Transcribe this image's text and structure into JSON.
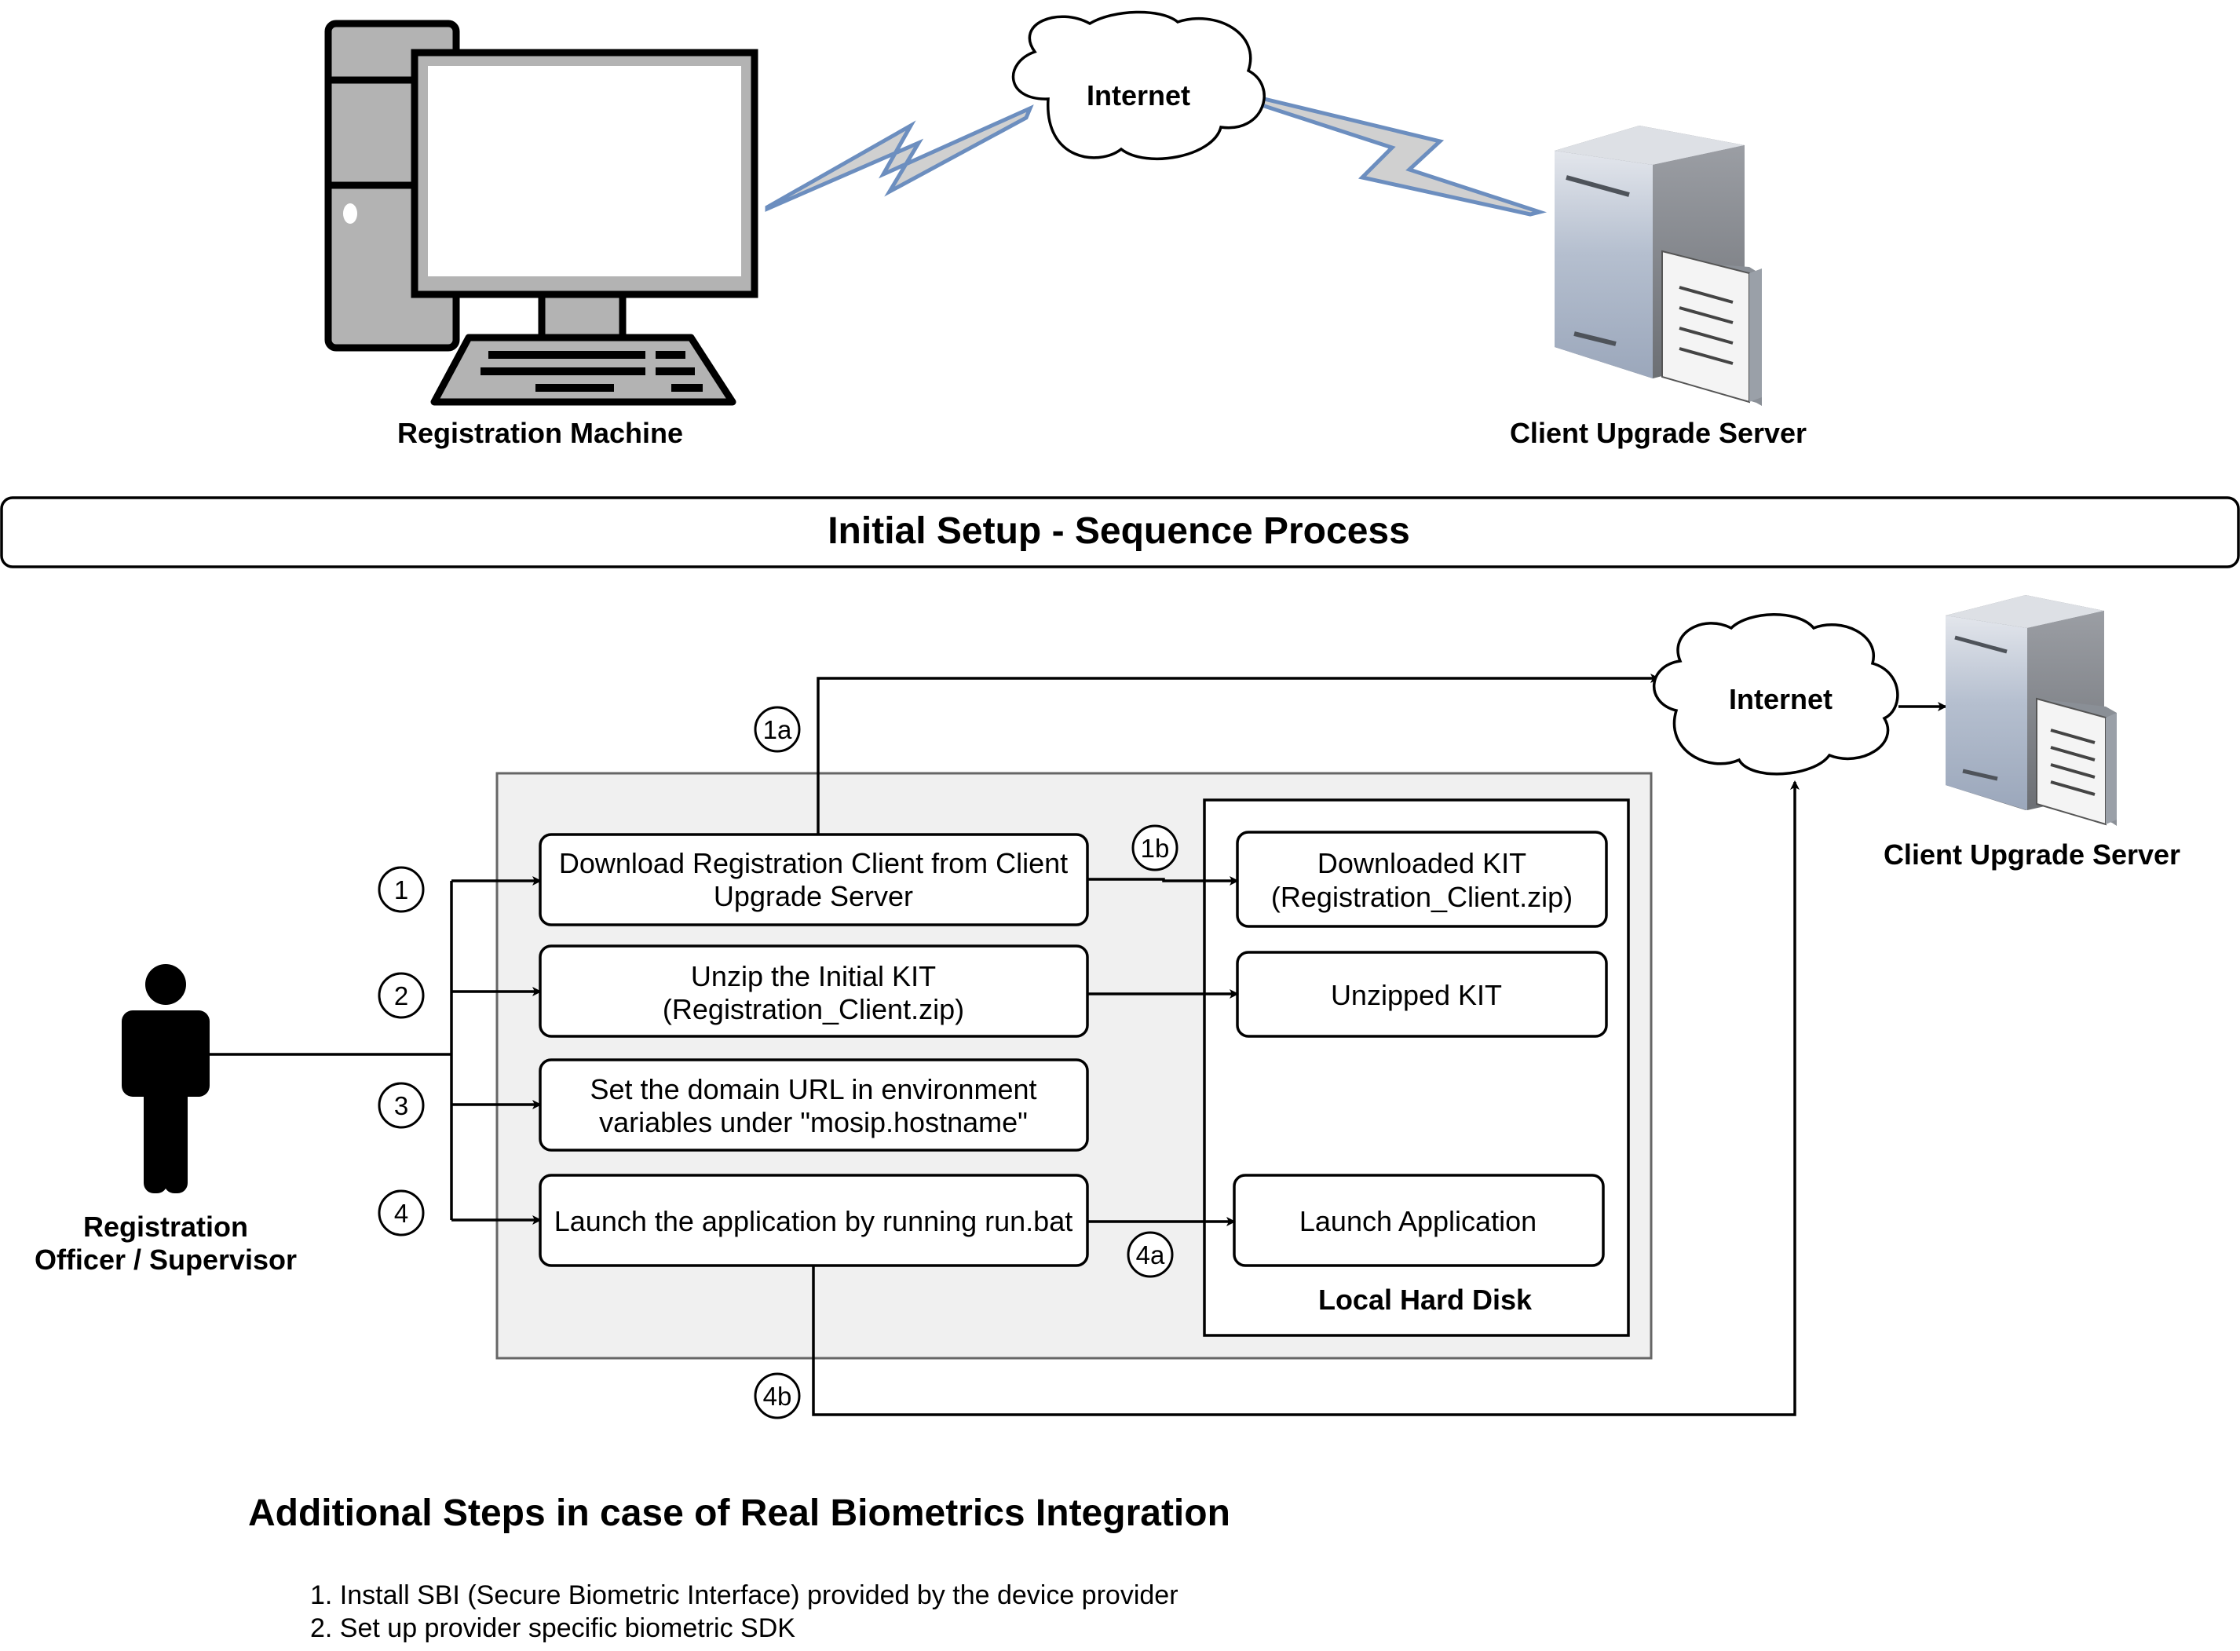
{
  "top": {
    "registration_machine_label": "Registration Machine",
    "internet_label": "Internet",
    "client_upgrade_server_label": "Client Upgrade Server"
  },
  "banner": {
    "title": "Initial Setup - Sequence Process"
  },
  "actor": {
    "line1": "Registration",
    "line2": "Officer / Supervisor"
  },
  "steps": [
    {
      "marker": "1",
      "line1": "Download Registration Client from Client",
      "line2": "Upgrade Server"
    },
    {
      "marker": "2",
      "line1": "Unzip the Initial KIT",
      "line2": "(Registration_Client.zip)"
    },
    {
      "marker": "3",
      "line1": "Set the domain URL in environment",
      "line2": "variables under \"mosip.hostname\""
    },
    {
      "marker": "4",
      "line1": "Launch the application by running run.bat"
    }
  ],
  "sub_markers": {
    "m1a": "1a",
    "m1b": "1b",
    "m4a": "4a",
    "m4b": "4b"
  },
  "disk": {
    "title": "Local Hard Disk",
    "items": [
      {
        "line1": "Downloaded KIT",
        "line2": "(Registration_Client.zip)"
      },
      {
        "line1": "Unzipped KIT"
      },
      {
        "line1": "Launch Application"
      }
    ]
  },
  "right": {
    "internet_label": "Internet",
    "server_label": "Client Upgrade Server"
  },
  "additional": {
    "title": "Additional Steps in case of Real Biometrics Integration",
    "items": [
      "1. Install SBI (Secure Biometric Interface) provided by the device provider",
      "2. Set up provider specific biometric SDK"
    ]
  },
  "colors": {
    "link": "#6c8ebf",
    "panel": "#f0f0f0",
    "server_body": "#b8c2d2"
  }
}
